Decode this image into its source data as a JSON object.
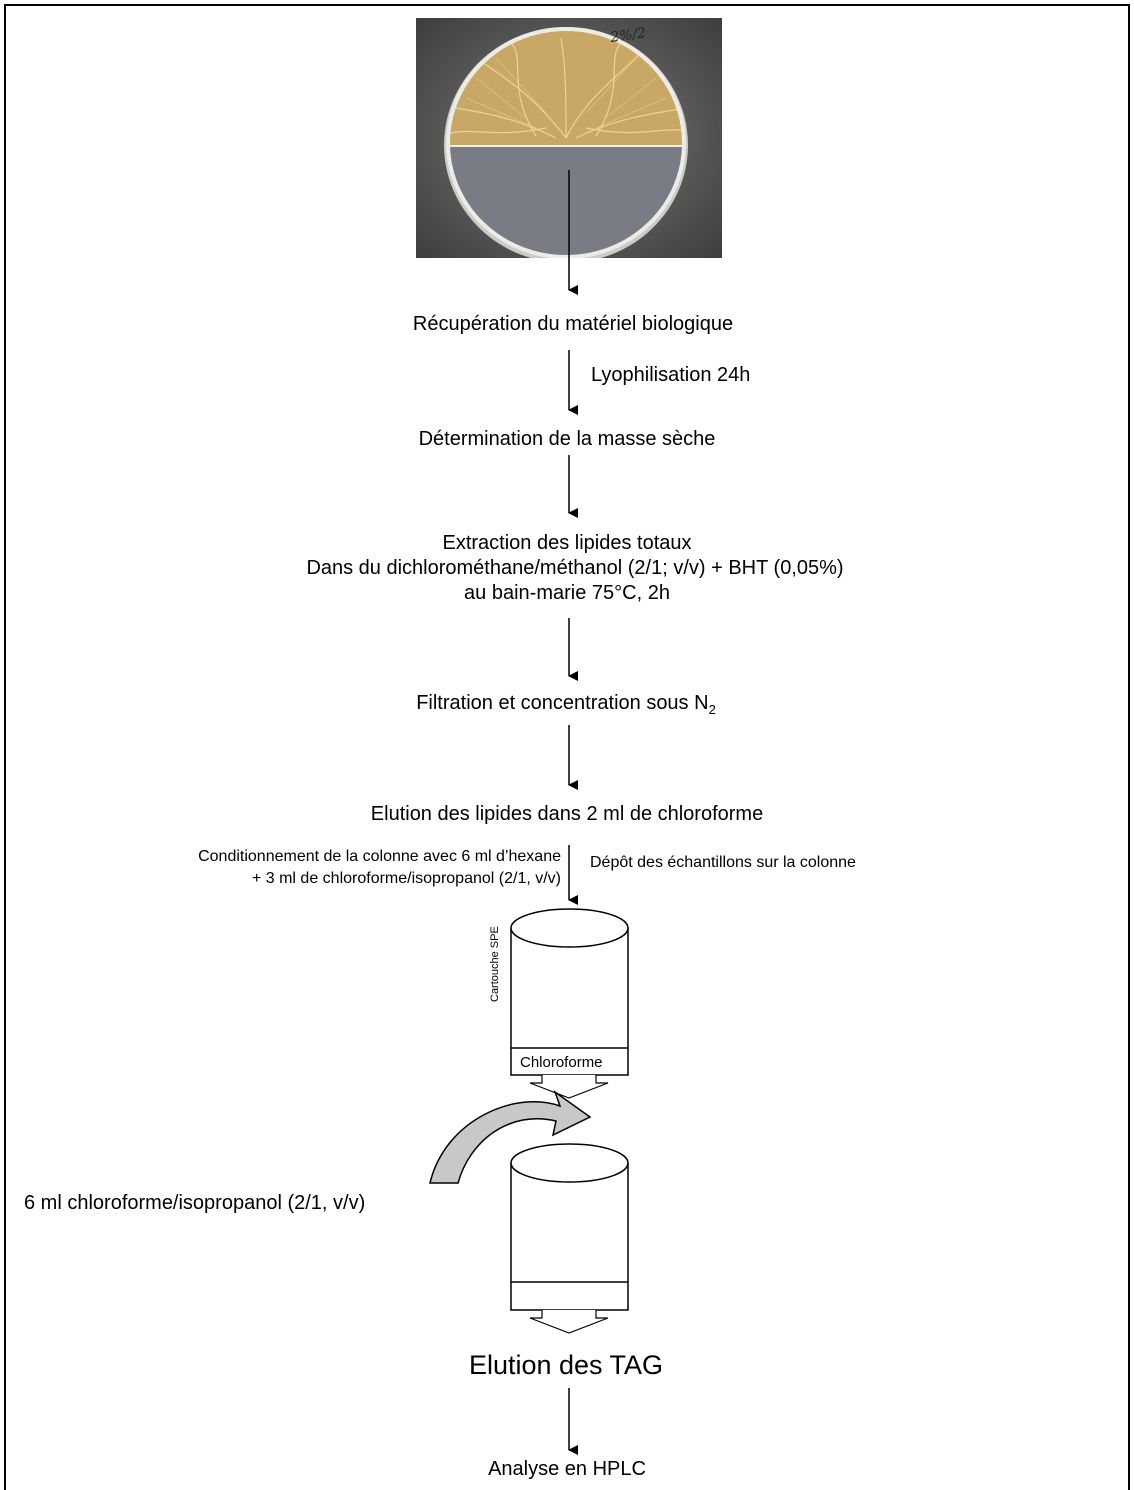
{
  "photo": {
    "handwritten_label": "2%/2"
  },
  "steps": {
    "recuperation": "Récupération du matériel biologique",
    "lyophilisation": "Lyophilisation 24h",
    "masse": "Détermination de la masse sèche",
    "extraction_title": "Extraction des lipides totaux",
    "extraction_solvent": "Dans du dichlorométhane/méthanol (2/1; v/v) + BHT (0,05%)",
    "extraction_bath": "au bain-marie 75°C, 2h",
    "filtration": "Filtration et concentration sous N",
    "filtration_sub": "2",
    "elution_lipides": "Elution des lipides dans 2 ml de chloroforme",
    "conditioning_line1": "Conditionnement de la colonne avec 6 ml d’hexane",
    "conditioning_line2": "+ 3 ml de chloroforme/isopropanol (2/1, v/v)",
    "depot": "Dépôt des échantillons sur la colonne",
    "cartridge_label": "Cartouche SPE",
    "cartridge_bottom": "Chloroforme",
    "solvent_added": "6 ml chloroforme/isopropanol (2/1, v/v)",
    "elution_tag": "Elution des TAG",
    "analyse": "Analyse en HPLC"
  }
}
